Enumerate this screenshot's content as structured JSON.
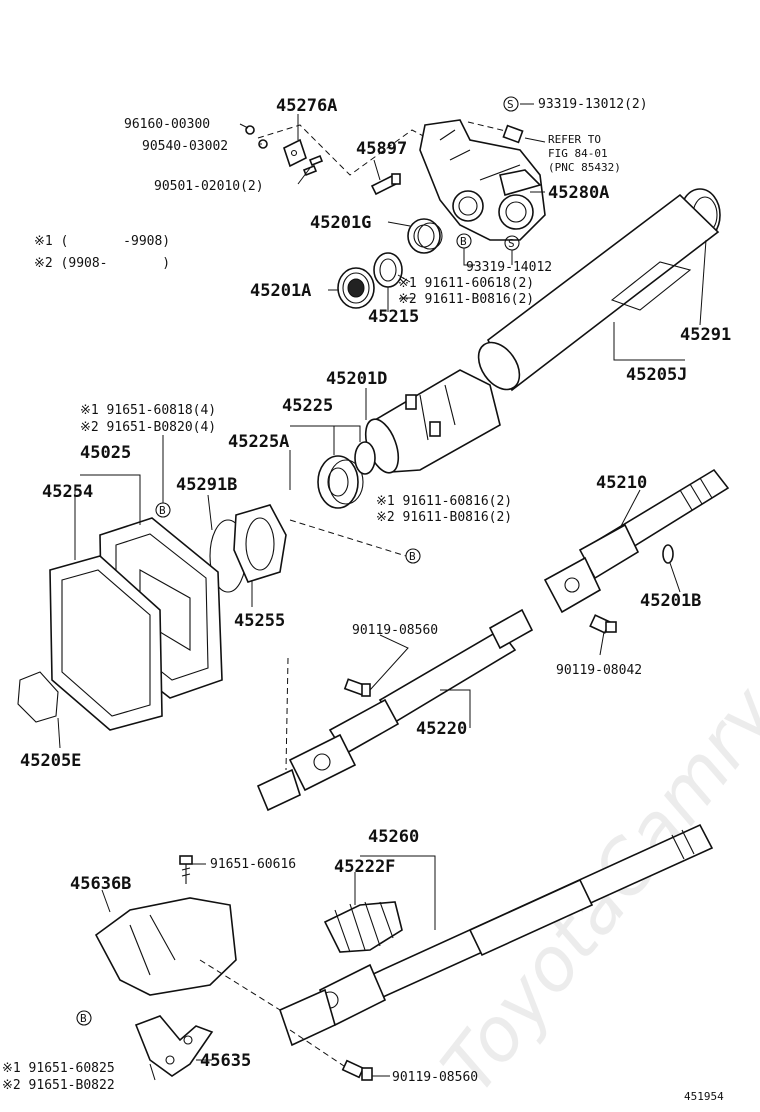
{
  "watermark": "ToyotaCamry.ru",
  "figure_id": "451954",
  "footnotes": {
    "line1": "※1 (       -9908)",
    "line2": "※2 (9908-       )"
  },
  "symbols": {
    "s": "S",
    "b": "B"
  },
  "labels": {
    "p96160": "96160-00300",
    "p90540": "90540-03002",
    "p90501": "90501-02010(2)",
    "p45276A": "45276A",
    "p45897": "45897",
    "p93319a": "93319-13012(2)",
    "refer1": "REFER TO",
    "refer2": "FIG 84-01",
    "refer3": "(PNC 85432)",
    "p45280A": "45280A",
    "p45201G": "45201G",
    "p93319b": "93319-14012",
    "p91611a": "※1 91611-60618(2)",
    "p91611b": "※2 91611-B0816(2)",
    "p45201A": "45201A",
    "p45215": "45215",
    "p45291": "45291",
    "p45205J": "45205J",
    "p45201D": "45201D",
    "p45225": "45225",
    "p45225A": "45225A",
    "p91651a": "※1 91651-60818(4)",
    "p91651b": "※2 91651-B0820(4)",
    "p45025": "45025",
    "p45254": "45254",
    "p45291B": "45291B",
    "p91611c": "※1 91611-60816(2)",
    "p91611d": "※2 91611-B0816(2)",
    "p45210": "45210",
    "p45255": "45255",
    "p45201B": "45201B",
    "p90119a": "90119-08560",
    "p90119b": "90119-08042",
    "p45205E": "45205E",
    "p45220": "45220",
    "p45260": "45260",
    "p91651c": "91651-60616",
    "p45636B": "45636B",
    "p45222F": "45222F",
    "p91651d": "※1 91651-60825",
    "p91651e": "※2 91651-B0822",
    "p45635": "45635",
    "p90119c": "90119-08560"
  }
}
